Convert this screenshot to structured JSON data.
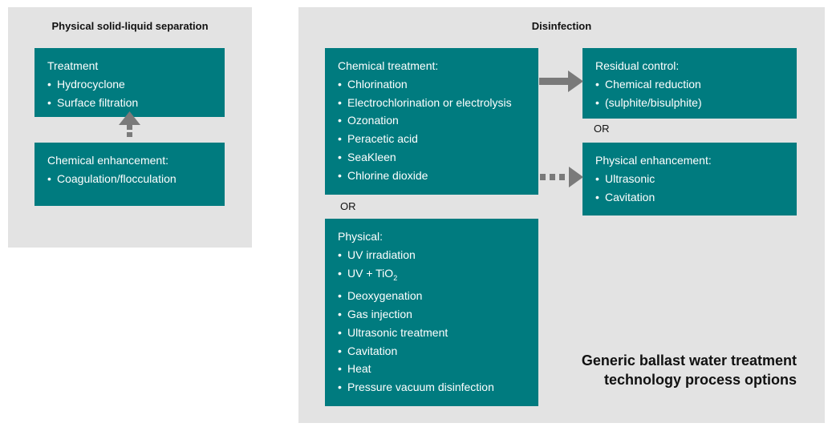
{
  "left_panel": {
    "title": "Physical solid-liquid separation",
    "treatment": {
      "heading": "Treatment",
      "items": [
        "Hydrocyclone",
        "Surface filtration"
      ]
    },
    "chemical_enhancement": {
      "heading": "Chemical enhancement:",
      "items": [
        "Coagulation/flocculation"
      ]
    }
  },
  "right_panel": {
    "title": "Disinfection",
    "chemical_treatment": {
      "heading": "Chemical treatment:",
      "items": [
        "Chlorination",
        "Electrochlorination or electrolysis",
        "Ozonation",
        "Peracetic acid",
        "SeaKleen",
        "Chlorine dioxide"
      ]
    },
    "or_1": "OR",
    "physical": {
      "heading": "Physical:",
      "items": [
        "UV irradiation",
        "UV + TiO",
        "Deoxygenation",
        "Gas injection",
        "Ultrasonic treatment",
        "Cavitation",
        "Heat",
        "Pressure vacuum disinfection"
      ],
      "tio2_subscript": "2"
    },
    "residual_control": {
      "heading": "Residual control:",
      "items": [
        "Chemical reduction",
        "(sulphite/bisulphite)"
      ]
    },
    "or_2": "OR",
    "physical_enhancement": {
      "heading": "Physical enhancement:",
      "items": [
        "Ultrasonic",
        "Cavitation"
      ]
    },
    "caption": [
      "Generic ballast water treatment",
      "technology process options"
    ]
  },
  "colors": {
    "box_fill": "#007b7f",
    "panel_fill": "#e3e3e3",
    "arrow": "#7a7a7a"
  }
}
